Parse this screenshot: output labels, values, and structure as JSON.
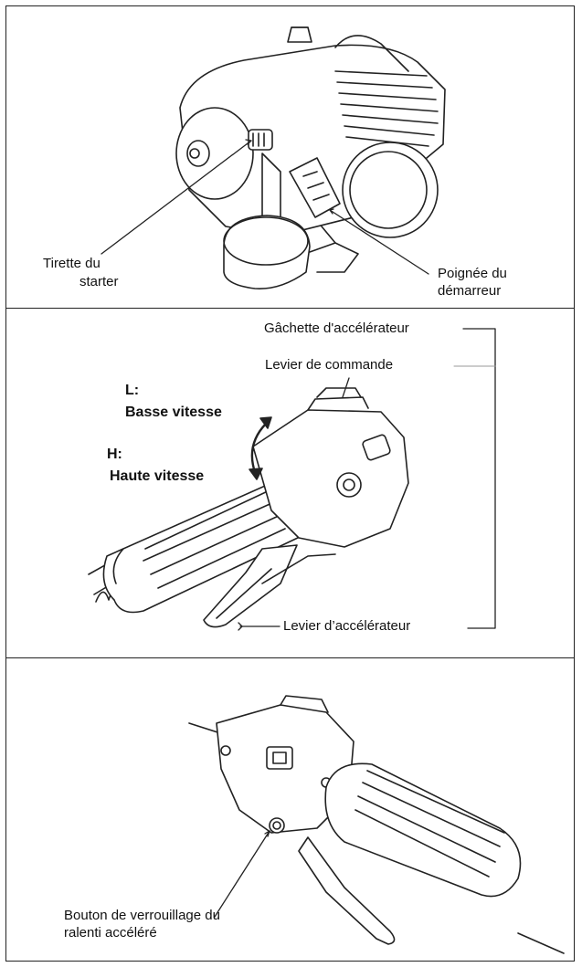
{
  "panel1": {
    "choke_label_line1": "Tirette du",
    "choke_label_line2": "starter",
    "starter_label_line1": "Poignée du",
    "starter_label_line2": "démarreur"
  },
  "panel2": {
    "throttle_trigger_label": "Gâchette d'accélérateur",
    "control_lever_label": "Levier de commande",
    "low_letter": "L:",
    "low_label": "Basse vitesse",
    "high_letter": "H:",
    "high_label": "Haute vitesse",
    "throttle_lever_label": "Levier d’accélérateur"
  },
  "panel3": {
    "lock_button_line1": "Bouton de verrouillage du",
    "lock_button_line2": "ralenti accéléré"
  }
}
